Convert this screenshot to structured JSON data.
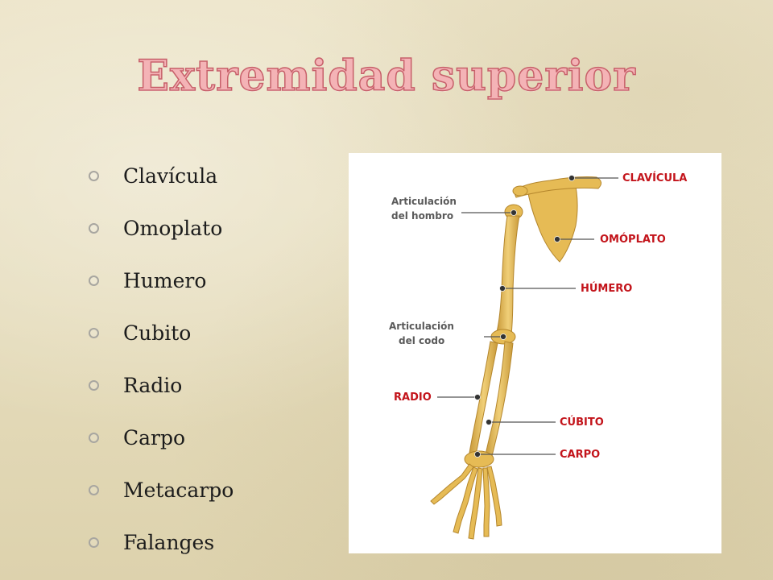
{
  "slide": {
    "title": "Extremidad superior",
    "bullets": [
      "Clavícula",
      "Omoplato",
      "Humero",
      "Cubito",
      "Radio",
      "Carpo",
      "Metacarpo",
      "Falanges"
    ]
  },
  "diagram": {
    "labels_red": [
      "CLAVÍCULA",
      "OMÓPLATO",
      "HÚMERO",
      "RADIO",
      "CÚBITO",
      "CARPO"
    ],
    "labels_gray": {
      "shoulder_joint": [
        "Articulación",
        "del hombro"
      ],
      "elbow_joint": [
        "Articulación",
        "del codo"
      ]
    },
    "colors": {
      "label_red": "#c3141b",
      "label_gray": "#5a5a5a",
      "bone": "#e6bb55",
      "title_fill": "#f4b3b6"
    }
  }
}
